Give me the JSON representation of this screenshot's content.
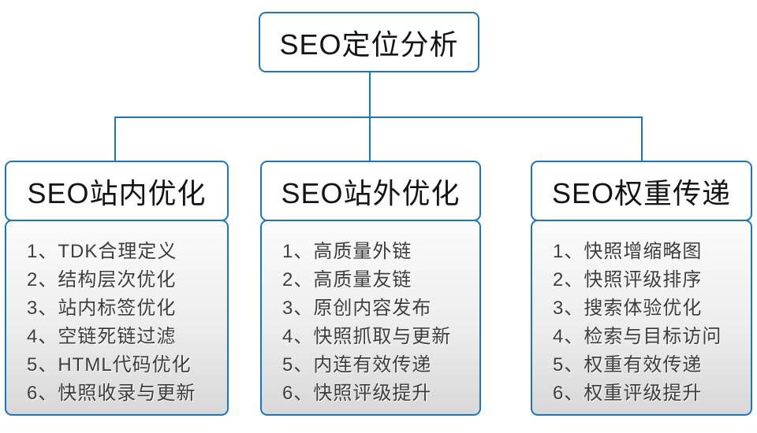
{
  "diagram": {
    "root": {
      "title": "SEO定位分析"
    },
    "branches": [
      {
        "title": "SEO站内优化",
        "items": [
          "1、TDK合理定义",
          "2、结构层次优化",
          "3、站内标签优化",
          "4、空链死链过滤",
          "5、HTML代码优化",
          "6、快照收录与更新"
        ]
      },
      {
        "title": "SEO站外优化",
        "items": [
          "1、高质量外链",
          "2、高质量友链",
          "3、原创内容发布",
          "4、快照抓取与更新",
          "5、内连有效传递",
          "6、快照评级提升"
        ]
      },
      {
        "title": "SEO权重传递",
        "items": [
          "1、快照增缩略图",
          "2、快照评级排序",
          "3、搜索体验优化",
          "4、检索与目标访问",
          "5、权重有效传递",
          "6、权重评级提升"
        ]
      }
    ]
  },
  "colors": {
    "line_blue": "#1a75c2",
    "title_text": "#141414",
    "item_text": "#3d3d3d",
    "list_bg_top": "#fbfbfb",
    "list_bg_bottom": "#d8d8d8"
  }
}
